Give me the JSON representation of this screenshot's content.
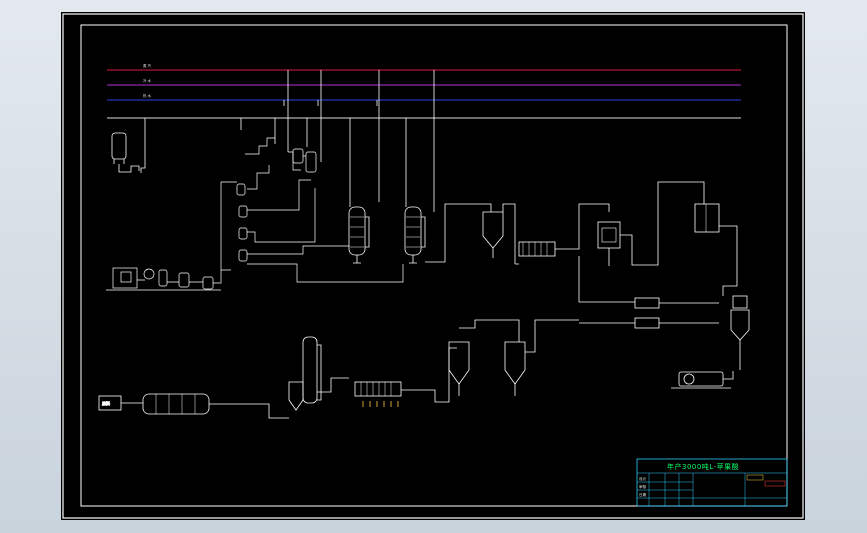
{
  "drawing": {
    "title_block": {
      "title": "年产3000吨L-苹果酸",
      "row_labels": [
        "设计",
        "审核",
        "日期"
      ],
      "tag_a": "",
      "tag_b": ""
    },
    "utility_lines": [
      {
        "label": "蒸 汽",
        "color": "#e01a3c"
      },
      {
        "label": "冷 水",
        "color": "#b232d6"
      },
      {
        "label": "热 水",
        "color": "#2e3fe6"
      },
      {
        "label": "",
        "color": "#dcdcdc"
      }
    ],
    "equipment": {
      "raw_tank": "",
      "seed_train": "",
      "fermenter_1": "",
      "fermenter_2": "",
      "settler": "",
      "filter_press": "",
      "dryer": "",
      "packer": "",
      "box_1": "",
      "box_2": "",
      "pump": "",
      "cyclone": "",
      "left_box": "原料",
      "rotary_drum": "",
      "tower": "",
      "ion_exchange": "",
      "crystallizer_1": "",
      "crystallizer_2": ""
    }
  }
}
